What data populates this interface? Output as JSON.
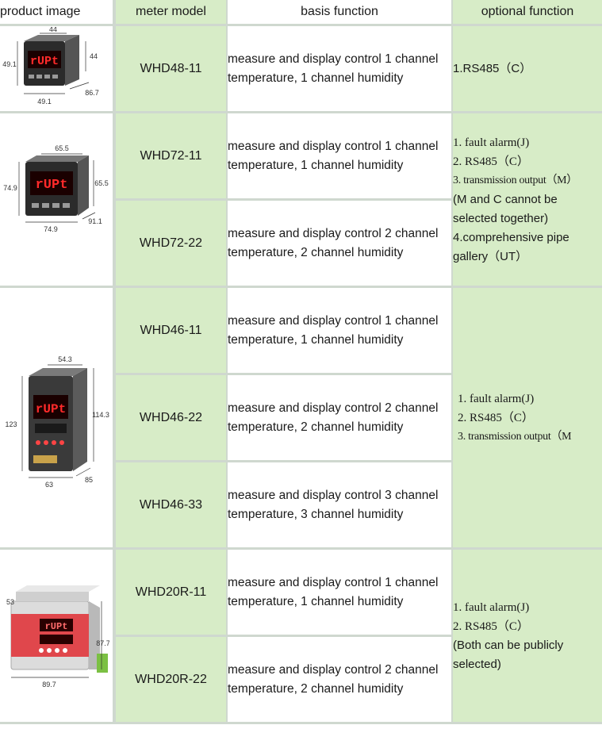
{
  "headers": {
    "image": "product image",
    "model": "meter model",
    "basis": "basis function",
    "optional": "optional function"
  },
  "groups": [
    {
      "image": {
        "label": "WHD48 meter",
        "dims": [
          "44",
          "44",
          "49.1",
          "49.1",
          "86.7"
        ]
      },
      "models": [
        {
          "name": "WHD48-11",
          "basis": "measure and display control 1 channel temperature, 1 channel humidity"
        }
      ],
      "optional": [
        "1.RS485（C）"
      ]
    },
    {
      "image": {
        "label": "WHD72 meter",
        "dims": [
          "65.5",
          "65.5",
          "74.9",
          "74.9",
          "91.1"
        ]
      },
      "models": [
        {
          "name": "WHD72-11",
          "basis": "measure and display control 1 channel temperature, 1 channel humidity"
        },
        {
          "name": "WHD72-22",
          "basis": "measure and display control 2 channel temperature, 2 channel humidity"
        }
      ],
      "optional": [
        "1. fault alarm(J)",
        "2. RS485（C）",
        "3. transmission output（M）",
        "(M and C cannot be",
        "selected together)",
        "4.comprehensive pipe",
        "gallery（UT）"
      ]
    },
    {
      "image": {
        "label": "WHD46 meter",
        "dims": [
          "54.3",
          "114.3",
          "123",
          "63",
          "85"
        ]
      },
      "models": [
        {
          "name": "WHD46-11",
          "basis": "measure and display control 1 channel temperature, 1 channel humidity"
        },
        {
          "name": "WHD46-22",
          "basis": "measure and display control 2 channel temperature, 2 channel humidity"
        },
        {
          "name": "WHD46-33",
          "basis": "measure and display control 3 channel temperature, 3 channel humidity"
        }
      ],
      "optional": [
        "1. fault alarm(J)",
        "2. RS485（C）",
        "3. transmission output（M"
      ]
    },
    {
      "image": {
        "label": "WHD20R meter",
        "dims": [
          "53",
          "87.7",
          "89.7"
        ]
      },
      "models": [
        {
          "name": "WHD20R-11",
          "basis": "measure and display control 1 channel temperature, 1 channel humidity"
        },
        {
          "name": "WHD20R-22",
          "basis": "measure and display control 2 channel temperature, 2 channel humidity"
        }
      ],
      "optional": [
        "1. fault alarm(J)",
        "2. RS485（C）",
        "(Both can be publicly",
        "selected)"
      ]
    }
  ],
  "display": {
    "reading": "rUPt"
  },
  "colors": {
    "header_green": "#d7ecc7",
    "grid": "#cfd8cf",
    "led_red": "#ff2a2a"
  }
}
